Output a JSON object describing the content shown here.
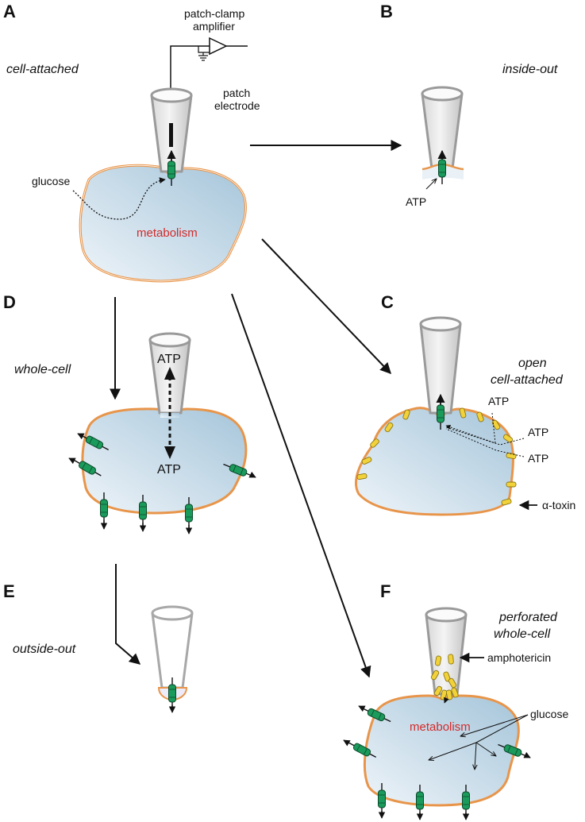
{
  "colors": {
    "membrane": "#e8954a",
    "cytoplasm_light": "#e9f1f7",
    "cytoplasm_dark": "#a9c8dc",
    "channel": "#1a9a5b",
    "toxin": "#f2d23a",
    "pipette": "#9a9a9a",
    "metabolism_text": "#d22b2b"
  },
  "panels": {
    "A": {
      "letter": "A",
      "mode": "cell-attached"
    },
    "B": {
      "letter": "B",
      "mode": "inside-out"
    },
    "C": {
      "letter": "C",
      "mode_line1": "open",
      "mode_line2": "cell-attached"
    },
    "D": {
      "letter": "D",
      "mode": "whole-cell"
    },
    "E": {
      "letter": "E",
      "mode": "outside-out"
    },
    "F": {
      "letter": "F",
      "mode_line1": "perforated",
      "mode_line2": "whole-cell"
    }
  },
  "labels": {
    "amplifier_line1": "patch-clamp",
    "amplifier_line2": "amplifier",
    "electrode_line1": "patch",
    "electrode_line2": "electrode",
    "glucose": "glucose",
    "metabolism": "metabolism",
    "atp": "ATP",
    "alpha_toxin": "α-toxin",
    "amphotericin": "amphotericin"
  },
  "icons": [
    "channel-icon",
    "toxin-pore-icon",
    "amplifier-icon",
    "ground-icon"
  ]
}
